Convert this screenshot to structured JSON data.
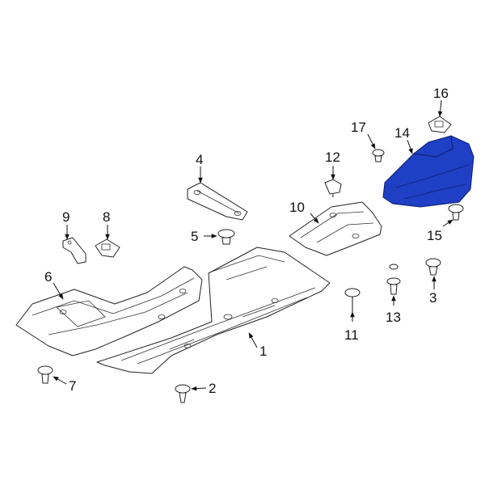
{
  "colors": {
    "highlight": "#1f3fc4",
    "highlight_dark": "#0b1e6e",
    "line": "#222222"
  },
  "callouts": {
    "c1": "1",
    "c2": "2",
    "c3": "3",
    "c4": "4",
    "c5": "5",
    "c6": "6",
    "c7": "7",
    "c8": "8",
    "c9": "9",
    "c10": "10",
    "c11": "11",
    "c12": "12",
    "c13": "13",
    "c14": "14",
    "c15": "15",
    "c16": "16",
    "c17": "17"
  }
}
